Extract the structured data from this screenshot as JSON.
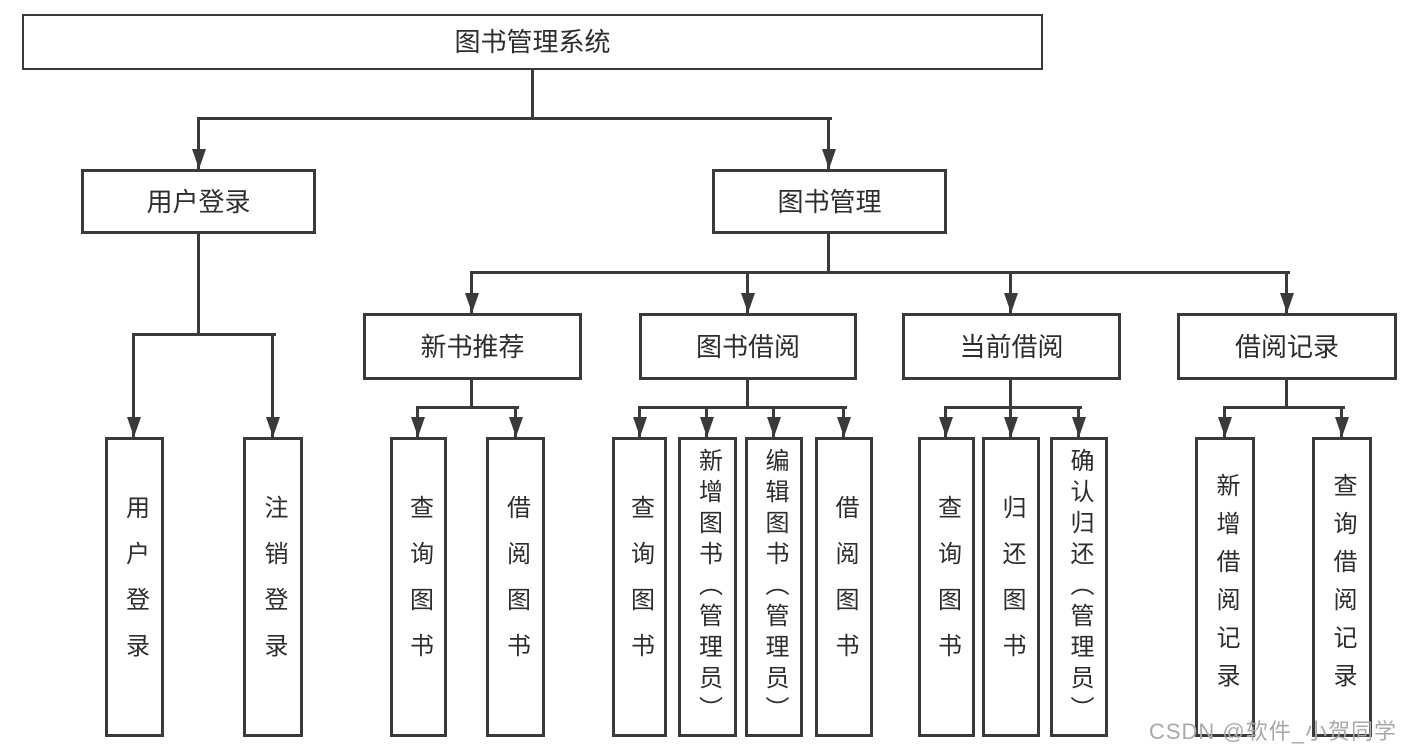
{
  "tree": {
    "label": "图书管理系统",
    "children": [
      {
        "label": "用户登录",
        "children": [
          {
            "label": "用户登录"
          },
          {
            "label": "注销登录"
          }
        ]
      },
      {
        "label": "图书管理",
        "children": [
          {
            "label": "新书推荐",
            "children": [
              {
                "label": "查询图书"
              },
              {
                "label": "借阅图书"
              }
            ]
          },
          {
            "label": "图书借阅",
            "children": [
              {
                "label": "查询图书"
              },
              {
                "label": "新增图书（管理员）"
              },
              {
                "label": "编辑图书（管理员）"
              },
              {
                "label": "借阅图书"
              }
            ]
          },
          {
            "label": "当前借阅",
            "children": [
              {
                "label": "查询图书"
              },
              {
                "label": "归还图书"
              },
              {
                "label": "确认归还（管理员）"
              }
            ]
          },
          {
            "label": "借阅记录",
            "children": [
              {
                "label": "新增借阅记录"
              },
              {
                "label": "查询借阅记录"
              }
            ]
          }
        ]
      }
    ]
  },
  "watermark": "CSDN @软件_小贺同学",
  "colors": {
    "line": "#3a3a3a",
    "text": "#2d2d2d",
    "watermark": "#a9a9a9",
    "background": "#ffffff"
  }
}
